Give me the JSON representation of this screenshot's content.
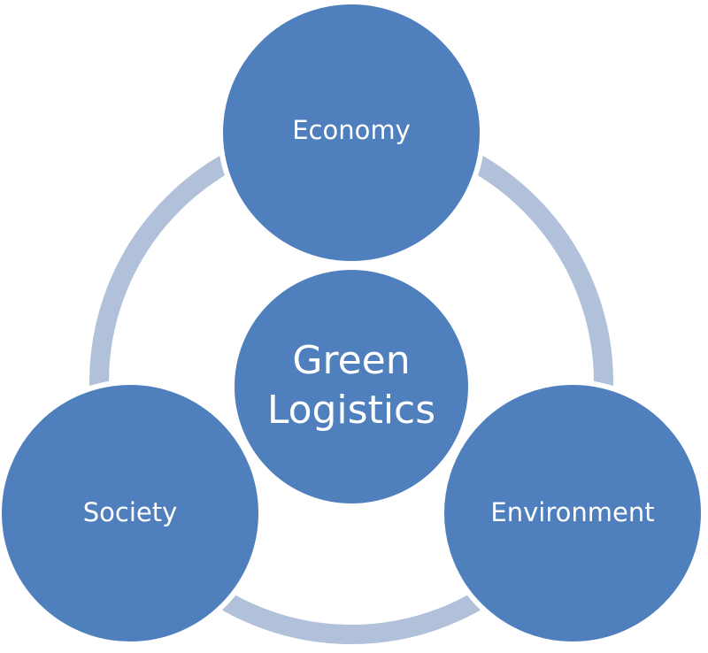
{
  "diagram": {
    "center": {
      "line1": "Green",
      "line2": "Logistics"
    },
    "nodes": {
      "top": "Economy",
      "left": "Society",
      "right": "Environment"
    },
    "colors": {
      "node_fill": "#4f80bd",
      "node_stroke": "#ffffff",
      "ring": "#b1c1da",
      "label": "#ffffff"
    }
  }
}
